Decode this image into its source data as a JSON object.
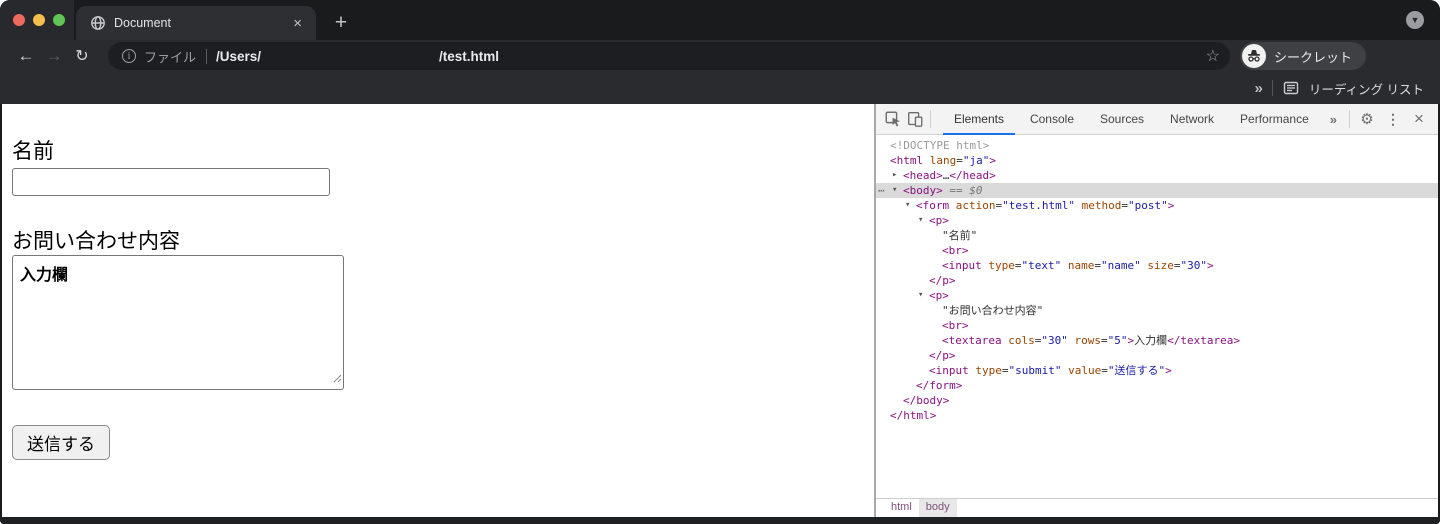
{
  "browser": {
    "tab": {
      "title": "Document"
    },
    "toolbar": {
      "file_label": "ファイル",
      "url_prefix": "/Users/",
      "url_suffix": "/test.html",
      "incognito_label": "シークレット"
    },
    "bookmarks_bar": {
      "reading_list_label": "リーディング リスト"
    }
  },
  "icons": {
    "new_tab": "+",
    "tab_close": "×",
    "tab_search_caret": "▼",
    "back_arrow": "←",
    "forward_arrow": "→",
    "reload": "↻",
    "info": "i",
    "star": "☆",
    "bookmarks_overflow": "»",
    "devtools_more_tabs": "»",
    "devtools_gear": "⚙",
    "devtools_menu_dots": "⋮",
    "devtools_close": "×",
    "tree_gutter_dots": "⋯",
    "tree_collapse": "▾",
    "tree_expand": "▸"
  },
  "page": {
    "name_label": "名前",
    "name_value": "",
    "inquiry_label": "お問い合わせ内容",
    "textarea_value": "入力欄",
    "submit_label": "送信する"
  },
  "devtools": {
    "tabs": [
      "Elements",
      "Console",
      "Sources",
      "Network",
      "Performance"
    ],
    "active_tab": "Elements",
    "breadcrumbs": [
      "html",
      "body"
    ],
    "selected_crumb": "body",
    "tree": [
      {
        "level": 0,
        "arrow": "",
        "tokens": [
          {
            "c": "dim",
            "s": "<!DOCTYPE html>"
          }
        ]
      },
      {
        "level": 0,
        "arrow": "",
        "tokens": [
          {
            "c": "tag",
            "s": "<html"
          },
          {
            "c": "attr",
            "s": " lang"
          },
          {
            "c": "plain",
            "s": "="
          },
          {
            "c": "val",
            "s": "\"ja\""
          },
          {
            "c": "tag",
            "s": ">"
          }
        ]
      },
      {
        "level": 1,
        "arrow": "expand",
        "tokens": [
          {
            "c": "tag",
            "s": "<head>"
          },
          {
            "c": "plain",
            "s": "…"
          },
          {
            "c": "tag",
            "s": "</head>"
          }
        ]
      },
      {
        "level": 1,
        "arrow": "collapse",
        "selected": true,
        "gutter": true,
        "tokens": [
          {
            "c": "tag",
            "s": "<body>"
          },
          {
            "c": "eq",
            "s": " == $0"
          }
        ]
      },
      {
        "level": 2,
        "arrow": "collapse",
        "tokens": [
          {
            "c": "tag",
            "s": "<form"
          },
          {
            "c": "attr",
            "s": " action"
          },
          {
            "c": "plain",
            "s": "="
          },
          {
            "c": "val",
            "s": "\"test.html\""
          },
          {
            "c": "attr",
            "s": " method"
          },
          {
            "c": "plain",
            "s": "="
          },
          {
            "c": "val",
            "s": "\"post\""
          },
          {
            "c": "tag",
            "s": ">"
          }
        ]
      },
      {
        "level": 3,
        "arrow": "collapse",
        "tokens": [
          {
            "c": "tag",
            "s": "<p>"
          }
        ]
      },
      {
        "level": 4,
        "arrow": "",
        "tokens": [
          {
            "c": "plain",
            "s": "\"名前\""
          }
        ]
      },
      {
        "level": 4,
        "arrow": "",
        "tokens": [
          {
            "c": "tag",
            "s": "<br>"
          }
        ]
      },
      {
        "level": 4,
        "arrow": "",
        "tokens": [
          {
            "c": "tag",
            "s": "<input"
          },
          {
            "c": "attr",
            "s": " type"
          },
          {
            "c": "plain",
            "s": "="
          },
          {
            "c": "val",
            "s": "\"text\""
          },
          {
            "c": "attr",
            "s": " name"
          },
          {
            "c": "plain",
            "s": "="
          },
          {
            "c": "val",
            "s": "\"name\""
          },
          {
            "c": "attr",
            "s": " size"
          },
          {
            "c": "plain",
            "s": "="
          },
          {
            "c": "val",
            "s": "\"30\""
          },
          {
            "c": "tag",
            "s": ">"
          }
        ]
      },
      {
        "level": 3,
        "arrow": "",
        "tokens": [
          {
            "c": "tag",
            "s": "</p>"
          }
        ]
      },
      {
        "level": 3,
        "arrow": "collapse",
        "tokens": [
          {
            "c": "tag",
            "s": "<p>"
          }
        ]
      },
      {
        "level": 4,
        "arrow": "",
        "tokens": [
          {
            "c": "plain",
            "s": "\"お問い合わせ内容\""
          }
        ]
      },
      {
        "level": 4,
        "arrow": "",
        "tokens": [
          {
            "c": "tag",
            "s": "<br>"
          }
        ]
      },
      {
        "level": 4,
        "arrow": "",
        "tokens": [
          {
            "c": "tag",
            "s": "<textarea"
          },
          {
            "c": "attr",
            "s": " cols"
          },
          {
            "c": "plain",
            "s": "="
          },
          {
            "c": "val",
            "s": "\"30\""
          },
          {
            "c": "attr",
            "s": " rows"
          },
          {
            "c": "plain",
            "s": "="
          },
          {
            "c": "val",
            "s": "\"5\""
          },
          {
            "c": "tag",
            "s": ">"
          },
          {
            "c": "plain",
            "s": "入力欄"
          },
          {
            "c": "tag",
            "s": "</textarea>"
          }
        ]
      },
      {
        "level": 3,
        "arrow": "",
        "tokens": [
          {
            "c": "tag",
            "s": "</p>"
          }
        ]
      },
      {
        "level": 3,
        "arrow": "",
        "tokens": [
          {
            "c": "tag",
            "s": "<input"
          },
          {
            "c": "attr",
            "s": " type"
          },
          {
            "c": "plain",
            "s": "="
          },
          {
            "c": "val",
            "s": "\"submit\""
          },
          {
            "c": "attr",
            "s": " value"
          },
          {
            "c": "plain",
            "s": "="
          },
          {
            "c": "val",
            "s": "\"送信する\""
          },
          {
            "c": "tag",
            "s": ">"
          }
        ]
      },
      {
        "level": 2,
        "arrow": "",
        "tokens": [
          {
            "c": "tag",
            "s": "</form>"
          }
        ]
      },
      {
        "level": 1,
        "arrow": "",
        "tokens": [
          {
            "c": "tag",
            "s": "</body>"
          }
        ]
      },
      {
        "level": 0,
        "arrow": "",
        "tokens": [
          {
            "c": "tag",
            "s": "</html>"
          }
        ]
      }
    ]
  },
  "colors": {
    "accent_blue": "#1a73e8",
    "traffic_red": "#ec6a5e",
    "traffic_yellow": "#f4bf4f",
    "traffic_green": "#61c454",
    "syntax_tag": "#881280",
    "syntax_attr_name": "#994500",
    "syntax_attr_value": "#1a1aa6"
  }
}
